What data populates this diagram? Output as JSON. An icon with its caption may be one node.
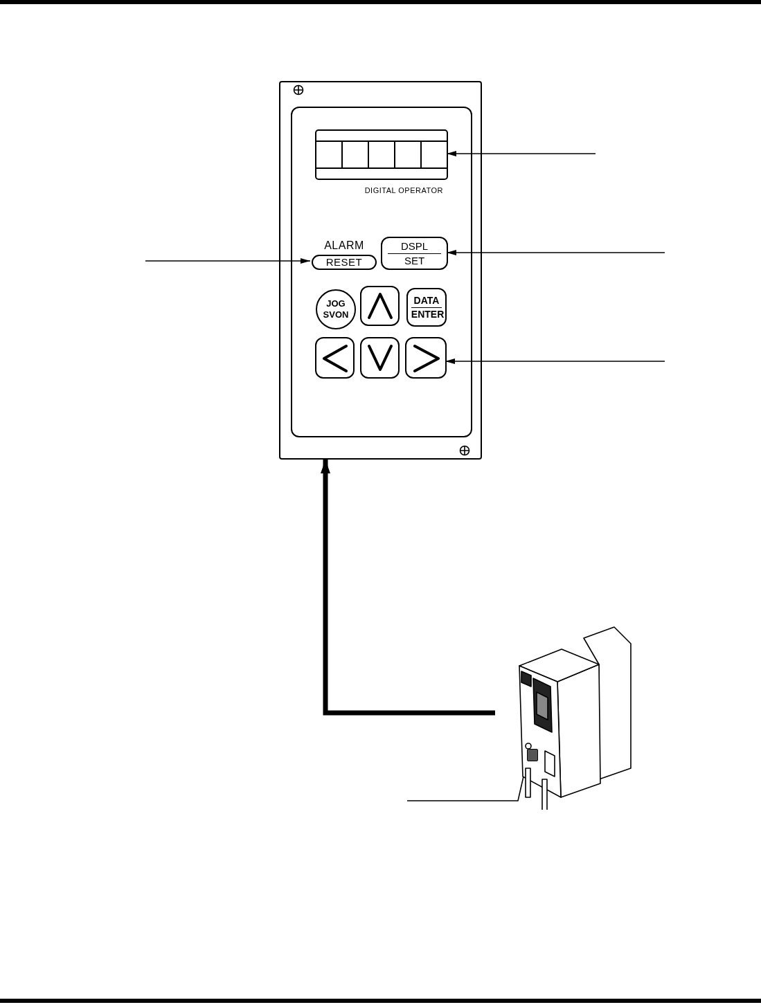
{
  "diagram": {
    "nodes": [
      {
        "text": [],
        "shape": "box"
      },
      {
        "text": [],
        "shape": "box",
        "in": 0
      },
      {
        "text": [
          "ALARM",
          "RESET"
        ],
        "in": 0
      },
      {
        "text": [
          "DSPL",
          "SET"
        ],
        "in": 0
      },
      {
        "text": [
          "JOG",
          "SVON"
        ],
        "in": 0
      },
      {
        "text": [],
        "shape": "box",
        "in": 0
      },
      {
        "text": [
          "DATA",
          "ENTER"
        ],
        "in": 0
      },
      {
        "text": [],
        "shape": "box",
        "in": 0
      },
      {
        "text": [],
        "shape": "box",
        "in": 0
      },
      {
        "text": [],
        "shape": "box",
        "in": 0
      },
      {
        "text": [],
        "shape": "picture"
      },
      {
        "text": [],
        "shape": "box",
        "in": 10
      }
    ],
    "edges": [
      {
        "from": null,
        "to": 1,
        "arrow": "to"
      },
      {
        "from": null,
        "to": 2,
        "arrow": "to"
      },
      {
        "from": null,
        "to": 3,
        "arrow": "to"
      },
      {
        "from": null,
        "to": 9,
        "arrow": "to"
      },
      {
        "from": 10,
        "to": 0,
        "arrow": "to",
        "style": "thick"
      },
      {
        "from": null,
        "to": 11,
        "arrow": "none"
      }
    ],
    "labels": [
      "DIGITAL OPERATOR"
    ]
  }
}
